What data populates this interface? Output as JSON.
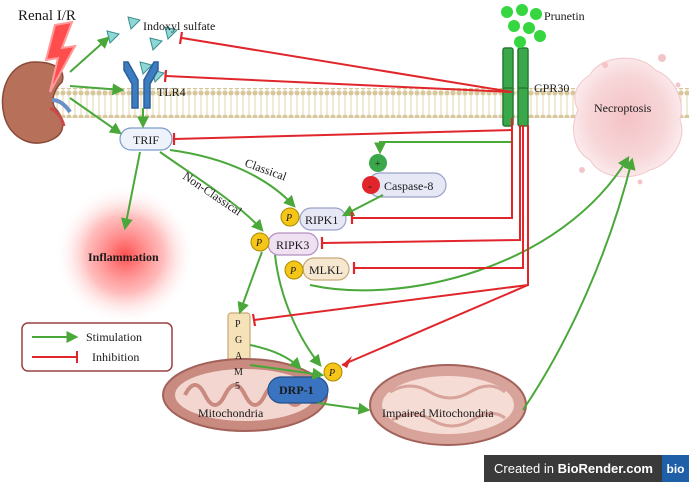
{
  "labels": {
    "renal_ir": "Renal I/R",
    "indoxyl_sulfate": "Indoxyl sulfate",
    "prunetin": "Prunetin",
    "tlr4": "TLR4",
    "gpr30": "GPR30",
    "trif": "TRIF",
    "necroptosis": "Necroptosis",
    "classical": "Classical",
    "non_classical": "Non-Classical",
    "caspase8": "Caspase-8",
    "ripk1": "RIPK1",
    "ripk3": "RIPK3",
    "mlkl": "MLKL",
    "inflammation": "Inflammation",
    "phospho": "P",
    "plus": "+",
    "minus": "-",
    "pgam5": [
      "P",
      "G",
      "A",
      "M",
      "5"
    ],
    "drp1": "DRP-1",
    "mitochondria": "Mitochondria",
    "impaired_mitochondria": "Impaired Mitochondria"
  },
  "legend": {
    "stimulation": "Stimulation",
    "inhibition": "Inhibition"
  },
  "colors": {
    "stimulation": "#4aa83a",
    "inhibition": "#e0262b",
    "membrane": "#d8c79a",
    "receptor": "#3b7dc0",
    "gpr30": "#3aa84a",
    "kidney": "#b7705a",
    "mito": "#c98a80",
    "drp1": "#3a74c0"
  },
  "footer": {
    "created_in": "Created in ",
    "brand": "BioRender.com",
    "logo": "bio"
  }
}
